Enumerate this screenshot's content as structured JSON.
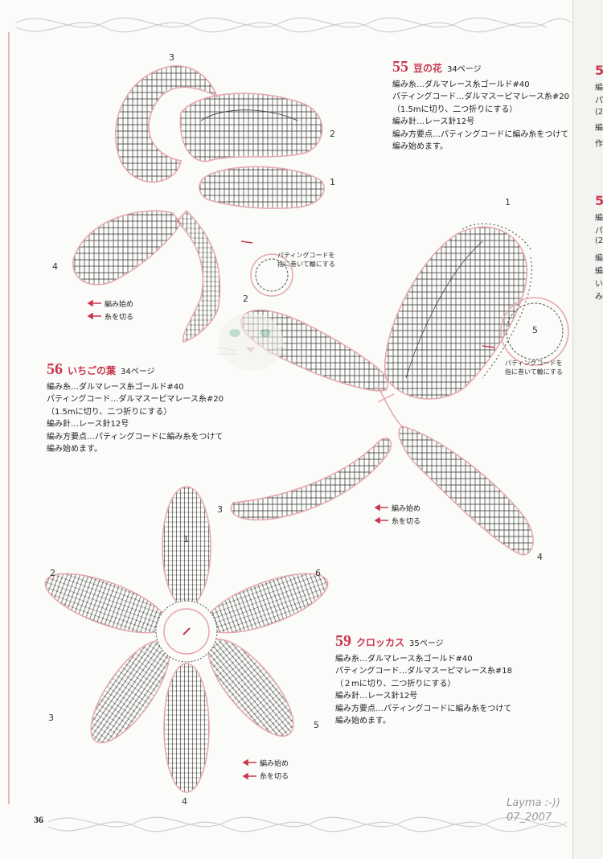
{
  "colors": {
    "accent": "#c8374f",
    "stitch": "#222222",
    "outline": "#e6a5ad"
  },
  "page": {
    "number": "36",
    "signature_line1": "Layma :-))",
    "signature_line2": "07_2007"
  },
  "patterns": [
    {
      "number": "55",
      "name": "豆の花",
      "ref": "34ページ",
      "lines": [
        "編み糸…ダルマレース糸ゴールド#40",
        "パティングコード…ダルマスーピマレース糸#20",
        "（1.5mに切り、二つ折りにする）",
        "編み針…レース針12号",
        "編み方要点…パティングコードに編み糸をつけて",
        "編み始めます。"
      ]
    },
    {
      "number": "56",
      "name": "いちごの葉",
      "ref": "34ページ",
      "lines": [
        "編み糸…ダルマレース糸ゴールド#40",
        "パティングコード…ダルマスーピマレース糸#20",
        "（1.5mに切り、二つ折りにする）",
        "編み針…レース針12号",
        "編み方要点…パティングコードに編み糸をつけて",
        "編み始めます。"
      ]
    },
    {
      "number": "59",
      "name": "クロッカス",
      "ref": "35ページ",
      "lines": [
        "編み糸…ダルマレース糸ゴールド#40",
        "パティングコード…ダルマスーピマレース糸#18",
        "（２mに切り、二つ折りにする）",
        "編み針…レース針12号",
        "編み方要点…パティングコードに編み糸をつけて",
        "編み始めます。"
      ]
    }
  ],
  "legend": {
    "start": "編み始め",
    "cut": "糸を切る"
  },
  "notes": {
    "coil1": "パティングコードを\n指に巻いて輪にする",
    "coil2": "パティングコードを\n指に巻いて輪にする"
  },
  "diagram_labels": {
    "d55": [
      "1",
      "2",
      "3",
      "4"
    ],
    "d56": [
      "1",
      "2",
      "3",
      "4",
      "5"
    ],
    "d59": [
      "1",
      "2",
      "3",
      "4",
      "5",
      "6"
    ]
  },
  "spine_fragments": [
    "5",
    "編",
    "パ",
    "(2",
    "編",
    "作",
    "5",
    "編",
    "パ",
    "(2",
    "編",
    "編",
    "い",
    "み"
  ]
}
